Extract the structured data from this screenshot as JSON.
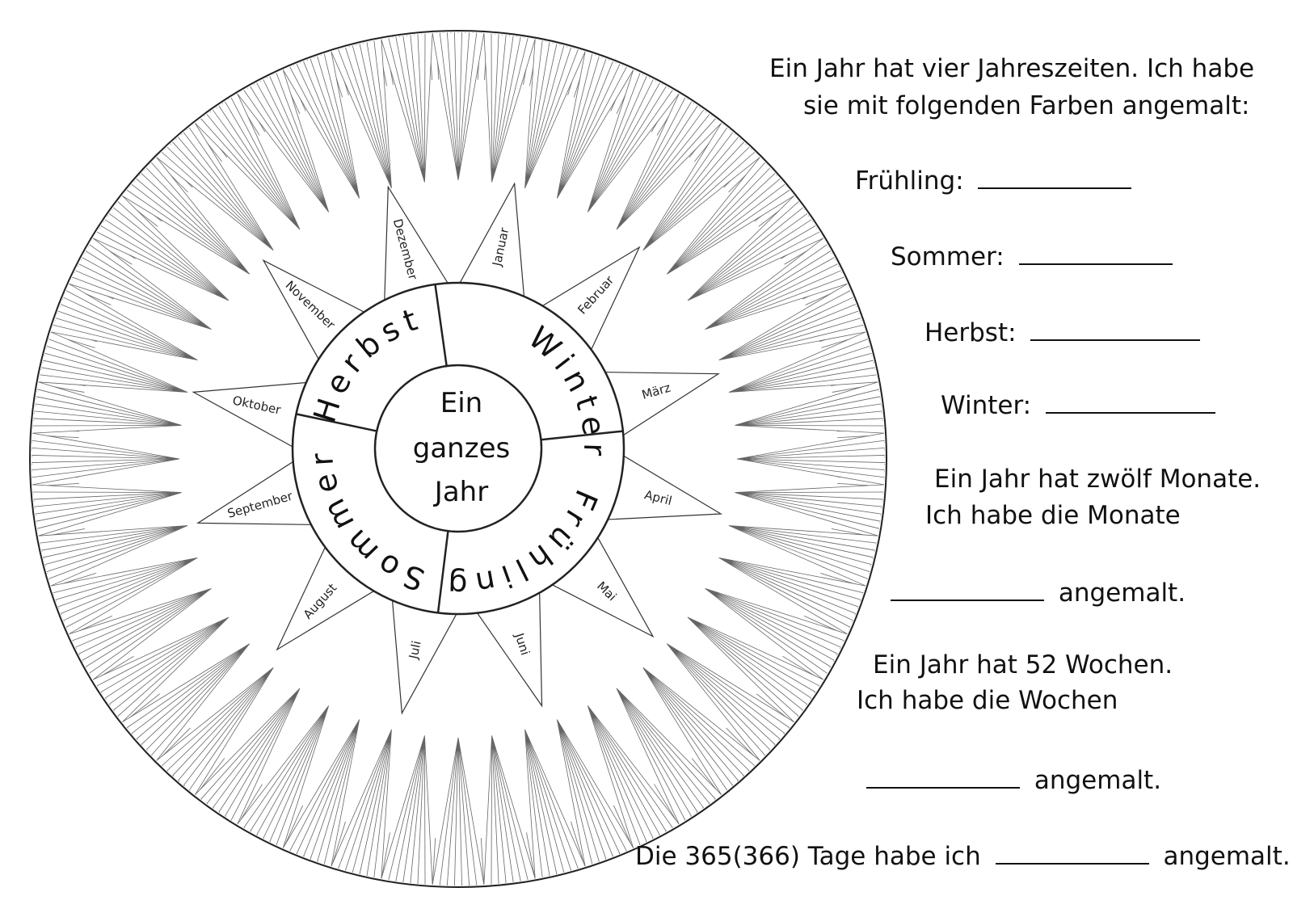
{
  "wheel": {
    "center_lines": [
      "Ein",
      "ganzes",
      "Jahr"
    ],
    "seasons": [
      "Winter",
      "Frühling",
      "Sommer",
      "Herbst"
    ],
    "months": [
      "Januar",
      "Februar",
      "März",
      "April",
      "Mai",
      "Juni",
      "Juli",
      "August",
      "September",
      "Oktober",
      "November",
      "Dezember"
    ]
  },
  "text": {
    "intro_line1": "Ein Jahr hat vier Jahreszeiten. Ich habe",
    "intro_line2": "sie mit folgenden Farben angemalt:",
    "fruehling_label": "Frühling:",
    "sommer_label": "Sommer:",
    "herbst_label": "Herbst:",
    "winter_label": "Winter:",
    "monate_line1": "Ein Jahr hat zwölf Monate.",
    "monate_line2": "Ich habe die Monate",
    "monate_end": "angemalt.",
    "wochen_line1": "Ein Jahr hat 52 Wochen.",
    "wochen_line2": "Ich habe die Wochen",
    "wochen_end": "angemalt.",
    "tage_start": "Die 365(366) Tage habe ich",
    "tage_end": "angemalt."
  }
}
